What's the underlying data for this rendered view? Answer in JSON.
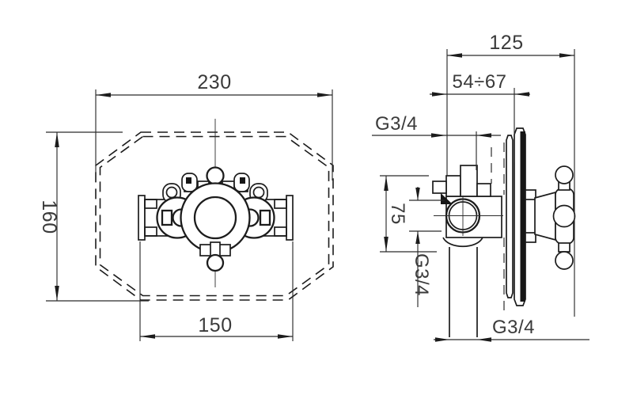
{
  "page": {
    "background": "#ffffff",
    "line_color": "#1c1c1c",
    "text_color": "#3a3a3a"
  },
  "drawing": {
    "front_view": {
      "dim_width": "230",
      "dim_height": "160",
      "dim_fixing_centers": "150"
    },
    "side_view": {
      "dim_depth": "125",
      "dim_wall_range": "54÷67",
      "dim_port_spacing": "75",
      "thread_top": "G3/4",
      "thread_side": "G3/4",
      "thread_bottom": "G3/4"
    }
  }
}
